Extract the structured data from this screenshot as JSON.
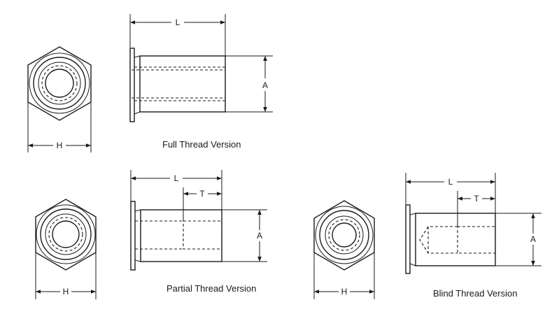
{
  "dimension_labels": {
    "length": "L",
    "hex": "H",
    "diameter": "A",
    "thread": "T"
  },
  "captions": {
    "full": "Full Thread Version",
    "partial": "Partial Thread Version",
    "blind": "Blind Thread Version"
  },
  "colors": {
    "line": "#1a1a1a",
    "background": "#ffffff"
  }
}
